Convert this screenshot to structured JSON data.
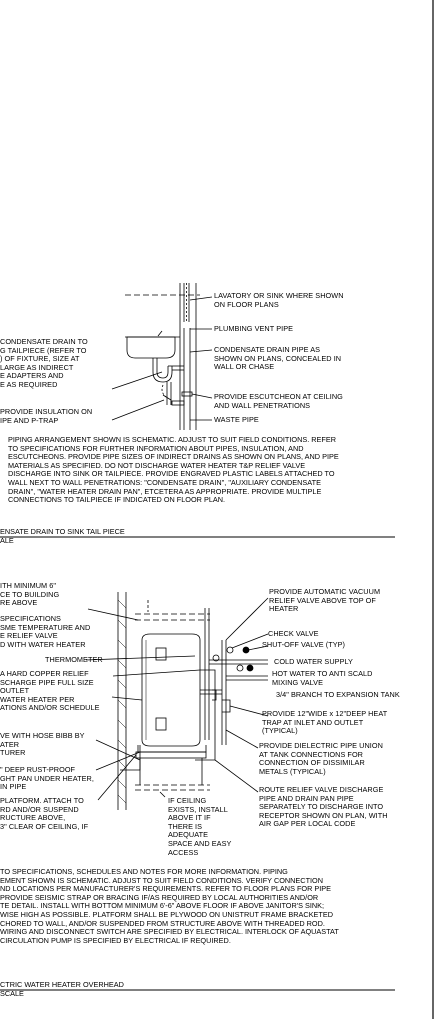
{
  "detail_top": {
    "left_labels": {
      "condensate": [
        "CONDENSATE DRAIN TO",
        "G TAILPIECE (REFER TO",
        ") OF FIXTURE, SIZE AT",
        "LARGE AS INDIRECT",
        "E ADAPTERS AND",
        "E AS REQUIRED"
      ],
      "insulation": [
        "PROVIDE INSULATION ON",
        "IPE AND P-TRAP"
      ]
    },
    "right_labels": {
      "lavatory": [
        "LAVATORY OR SINK WHERE SHOWN",
        "ON FLOOR PLANS"
      ],
      "vent": [
        "PLUMBING VENT PIPE"
      ],
      "condensate_pipe": [
        "CONDENSATE DRAIN PIPE AS",
        "SHOWN ON PLANS, CONCEALED IN",
        "WALL OR CHASE"
      ],
      "escutcheon": [
        "PROVIDE ESCUTCHEON AT CEILING",
        "AND WALL PENETRATIONS"
      ],
      "waste": [
        "WASTE PIPE"
      ]
    },
    "notes": [
      "PIPING ARRANGEMENT SHOWN IS SCHEMATIC.  ADJUST TO SUIT FIELD CONDITIONS.  REFER",
      "TO SPECIFICATIONS FOR FURTHER INFORMATION ABOUT PIPES, INSULATION, AND",
      "ESCUTCHEONS.  PROVIDE PIPE SIZES OF INDIRECT DRAINS AS SHOWN ON PLANS, AND PIPE",
      "MATERIALS AS SPECIFIED.  DO NOT DISCHARGE WATER HEATER T&P RELIEF VALVE",
      "DISCHARGE INTO SINK OR TAILPIECE. PROVIDE ENGRAVED PLASTIC LABELS ATTACHED TO",
      "WALL NEXT TO WALL PENETRATIONS: \"CONDENSATE DRAIN\", \"AUXILIARY CONDENSATE",
      "DRAIN\", \"WATER HEATER DRAIN PAN\", ETCETERA AS APPROPRIATE.  PROVIDE MULTIPLE",
      "CONNECTIONS TO TAILPIECE IF INDICATED ON FLOOR PLAN."
    ],
    "title": [
      "ENSATE DRAIN TO SINK TAIL PIECE",
      "ALE"
    ]
  },
  "detail_bottom": {
    "left_labels": {
      "l1": [
        "ITH MINIMUM 6\"",
        "CE TO BUILDING",
        "RE ABOVE"
      ],
      "l2": [
        " SPECIFICATIONS",
        "SME TEMPERATURE AND",
        "E RELIEF VALVE",
        "D WITH WATER HEATER"
      ],
      "thermometer": [
        "THERMOMETER"
      ],
      "l3": [
        "A HARD COPPER RELIEF",
        "SCHARGE PIPE FULL SIZE",
        "OUTLET",
        " WATER HEATER PER",
        "ATIONS AND/OR SCHEDULE"
      ],
      "l4": [
        "VE WITH HOSE BIBB BY",
        "ATER",
        "TURER"
      ],
      "l5": [
        "\" DEEP RUST-PROOF",
        "GHT PAN UNDER HEATER,",
        "IN PIPE"
      ],
      "l6": [
        "PLATFORM. ATTACH TO",
        "RD AND/OR SUSPEND",
        "RUCTURE ABOVE,",
        "3\" CLEAR OF CEILING, IF"
      ]
    },
    "center_label": [
      "IF CEILING",
      "EXISTS, INSTALL",
      "ABOVE IT IF",
      "THERE IS",
      "ADEQUATE",
      "SPACE AND EASY",
      "ACCESS"
    ],
    "right_labels": {
      "vacuum": [
        "PROVIDE AUTOMATIC VACUUM",
        "RELIEF VALVE ABOVE TOP OF",
        "HEATER"
      ],
      "check": [
        "CHECK VALVE"
      ],
      "shutoff": [
        "SHUT-OFF VALVE (TYP)"
      ],
      "cold": [
        "COLD WATER SUPPLY"
      ],
      "hot": [
        "HOT WATER TO ANTI SCALD",
        "MIXING VALVE"
      ],
      "branch": [
        "3/4\" BRANCH TO EXPANSION  TANK"
      ],
      "heattrap": [
        "PROVIDE 12\"WIDE x 12\"DEEP HEAT",
        "TRAP AT INLET AND OUTLET",
        "(TYPICAL)"
      ],
      "union": [
        "PROVIDE DIELECTRIC PIPE UNION",
        "AT TANK CONNECTIONS FOR",
        "CONNECTION OF DISSIMILAR",
        "METALS  (TYPICAL)"
      ],
      "route": [
        "ROUTE RELIEF VALVE  DISCHARGE",
        "PIPE AND DRAIN  PAN PIPE",
        "SEPARATELY TO  DISCHARGE INTO",
        "RECEPTOR  SHOWN ON PLAN, WITH",
        "AIR  GAP PER LOCAL CODE"
      ]
    },
    "notes": [
      "TO SPECIFICATIONS, SCHEDULES AND NOTES FOR MORE INFORMATION.  PIPING",
      "EMENT SHOWN IS SCHEMATIC.  ADJUST TO SUIT FIELD CONDITIONS.  VERIFY CONNECTION",
      "ND LOCATIONS PER MANUFACTURER'S REQUIREMENTS.  REFER TO FLOOR PLANS FOR PIPE",
      "PROVIDE SEISMIC STRAP OR BRACING IF/AS REQUIRED BY LOCAL AUTHORITIES AND/OR",
      "TE DETAIL. INSTALL WITH BOTTOM MINIMUM 6'-6\" ABOVE FLOOR IF ABOVE JANITOR'S SINK;",
      "WISE HIGH  AS POSSIBLE.  PLATFORM SHALL BE PLYWOOD ON UNISTRUT FRAME BRACKETED",
      "CHORED  TO WALL, AND/OR SUSPENDED FROM STRUCTURE ABOVE WITH THREADED ROD.",
      "WIRING AND DISCONNECT SWITCH ARE SPECIFIED BY ELECTRICAL.  INTERLOCK OF AQUASTAT",
      " CIRCULATION PUMP IS SPECIFIED BY ELECTRICAL IF REQUIRED."
    ],
    "title": [
      "CTRIC WATER HEATER OVERHEAD",
      "SCALE"
    ]
  }
}
